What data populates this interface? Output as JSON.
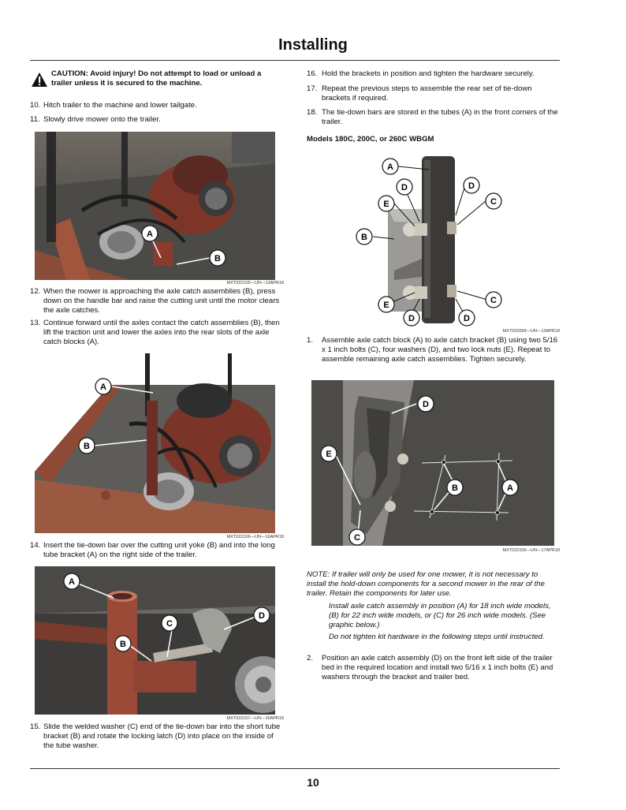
{
  "page": {
    "title": "Installing",
    "page_number": "10"
  },
  "left": {
    "caution": "CAUTION: Avoid injury! Do not attempt to load or unload a trailer unless it is secured to the machine.",
    "steps_a": [
      {
        "num": "10.",
        "text": "Hitch trailer to the machine and lower tailgate."
      },
      {
        "num": "11.",
        "text": "Slowly drive mower onto the trailer."
      }
    ],
    "fig1": {
      "code": "MXT022105—UN—13APR18",
      "labels": [
        "A",
        "B"
      ]
    },
    "steps_b": [
      {
        "num": "12.",
        "text": "When the mower is approaching the axle catch assemblies (B), press down on the handle bar and raise the cutting unit until the motor clears the axle catches."
      },
      {
        "num": "13.",
        "text": "Continue forward until the axles contact the catch assemblies (B), then lift the traction unit and lower the axles into the rear slots of the axle catch blocks (A)."
      }
    ],
    "fig2": {
      "code": "MXT022106—UN—16APR18",
      "labels": [
        "A",
        "B"
      ]
    },
    "steps_c": [
      {
        "num": "14.",
        "text": "Insert the tie-down bar over the cutting unit yoke (B) and into the long tube bracket (A) on the right side of the trailer."
      }
    ],
    "fig3": {
      "code": "MXT022107—UN—16APR18",
      "labels": [
        "A",
        "B",
        "C",
        "D"
      ]
    },
    "steps_d": [
      {
        "num": "15.",
        "text": "Slide the welded washer (C) end of the tie-down bar into the short tube bracket (B) and rotate the locking latch (D) into place on the inside of the tube washer."
      }
    ]
  },
  "right": {
    "steps_a": [
      {
        "num": "16.",
        "text": "Hold the brackets in position and tighten the hardware securely."
      },
      {
        "num": "17.",
        "text": "Repeat the previous steps to assemble the rear set of tie-down brackets if required."
      },
      {
        "num": "18.",
        "text": "The tie-down bars are stored in the tubes (A) in the front corners of the trailer."
      }
    ],
    "models_heading": "Models 180C, 200C, or 260C WBGM",
    "fig4": {
      "code": "MXT022099—UN—13APR18",
      "labels": [
        "A",
        "B",
        "C",
        "D",
        "E"
      ]
    },
    "step1": {
      "num": "1.",
      "text": "Assemble axle catch block (A) to axle catch bracket (B) using two 5/16 x 1 inch bolts (C), four washers (D), and two lock nuts (E). Repeat to assemble remaining axle catch assemblies. Tighten securely."
    },
    "fig5": {
      "code": "MXT022105—UN—17APR18",
      "labels": [
        "A",
        "B",
        "C",
        "D",
        "E"
      ]
    },
    "note": "NOTE: If trailer will only be used for one mower, it is not necessary to install the hold-down components for a second mower in the rear of the trailer. Retain the components for later use.",
    "note_p2": "Install axle catch assembly in position (A) for 18 inch wide models, (B) for 22 inch wide models, or (C) for 26 inch wide models. (See graphic below.)",
    "note_p3": "Do not tighten kit hardware in the following steps until instructed.",
    "step2": {
      "num": "2.",
      "text": "Position an axle catch assembly (D) on the front left side of the trailer bed in the required location and install two 5/16 x 1 inch bolts (E) and washers through the bracket and trailer bed."
    }
  }
}
